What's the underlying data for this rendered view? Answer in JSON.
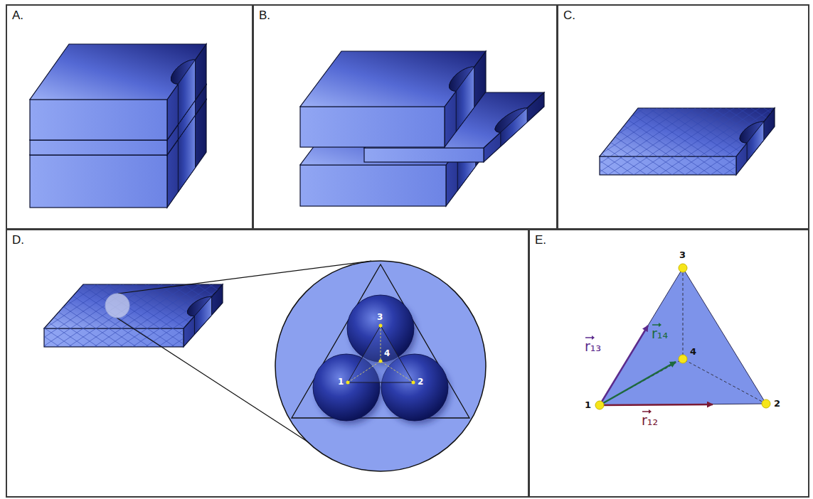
{
  "diagram": {
    "nodes": [
      {
        "text": [
          "A."
        ]
      },
      {
        "text": [
          "B."
        ]
      },
      {
        "text": [
          "C."
        ]
      },
      {
        "text": [
          "D."
        ]
      },
      {
        "text": [
          "E."
        ]
      }
    ],
    "labels": [
      "3",
      "4",
      "1",
      "2",
      "3",
      "r₁₃",
      "r₁₄",
      "4",
      "1",
      "2",
      "r₁₂"
    ]
  }
}
